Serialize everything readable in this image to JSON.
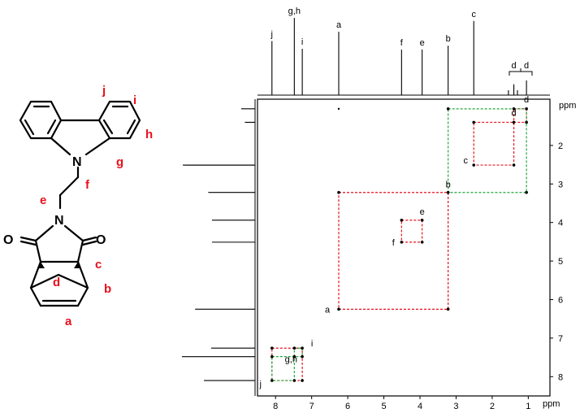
{
  "molecule": {
    "atoms": {
      "N": "N",
      "O": "O"
    },
    "labels": [
      "a",
      "b",
      "c",
      "d",
      "e",
      "f",
      "g",
      "h",
      "i",
      "j"
    ]
  },
  "chart_data": {
    "type": "cosy-2d-nmr",
    "xlabel": "ppm",
    "ylabel": "ppm",
    "x_range": [
      8.5,
      0.4
    ],
    "y_range": [
      0.8,
      8.5
    ],
    "x_ticks": [
      8,
      7,
      6,
      5,
      4,
      3,
      2,
      1
    ],
    "y_ticks": [
      2,
      3,
      4,
      5,
      6,
      7,
      8
    ],
    "peaks": [
      {
        "label": "j",
        "ppm": 8.1,
        "height": 0.7
      },
      {
        "label": "g,h",
        "ppm": 7.48,
        "height": 1.0
      },
      {
        "label": "i",
        "ppm": 7.26,
        "height": 0.6
      },
      {
        "label": "a",
        "ppm": 6.25,
        "height": 0.82
      },
      {
        "label": "f",
        "ppm": 4.51,
        "height": 0.59
      },
      {
        "label": "e",
        "ppm": 3.94,
        "height": 0.59
      },
      {
        "label": "b",
        "ppm": 3.22,
        "height": 0.64
      },
      {
        "label": "c",
        "ppm": 2.51,
        "height": 0.96
      },
      {
        "label": "d",
        "ppm": 1.4,
        "height": 0.14
      },
      {
        "label": "d",
        "ppm": 1.05,
        "height": 0.19
      }
    ],
    "bracket_label": "d",
    "diagonal_labels": [
      {
        "label": "d",
        "ppm": 1.4
      },
      {
        "label": "d",
        "ppm": 1.05
      },
      {
        "label": "c",
        "ppm": 2.51
      },
      {
        "label": "b",
        "ppm": 3.22
      },
      {
        "label": "e",
        "ppm": 3.94
      },
      {
        "label": "f",
        "ppm": 4.51
      },
      {
        "label": "a",
        "ppm": 6.25
      },
      {
        "label": "i",
        "ppm": 7.26
      },
      {
        "label": "g,h",
        "ppm": 7.48
      },
      {
        "label": "j",
        "ppm": 8.1
      }
    ],
    "boxes": [
      {
        "p1": 1.4,
        "p2": 1.05,
        "color": "#e8101c"
      },
      {
        "p1": 2.51,
        "p2": 1.4,
        "color": "#e8101c"
      },
      {
        "p1": 3.22,
        "p2": 1.05,
        "color": "#22a83a"
      },
      {
        "p1": 4.51,
        "p2": 3.94,
        "color": "#e8101c"
      },
      {
        "p1": 6.25,
        "p2": 3.22,
        "color": "#e8101c"
      },
      {
        "p1": 8.1,
        "p2": 7.26,
        "color": "#e8101c"
      },
      {
        "p1": 7.48,
        "p2": 7.26,
        "color": "#22a83a"
      },
      {
        "p1": 8.1,
        "p2": 7.48,
        "color": "#22a83a"
      }
    ]
  }
}
